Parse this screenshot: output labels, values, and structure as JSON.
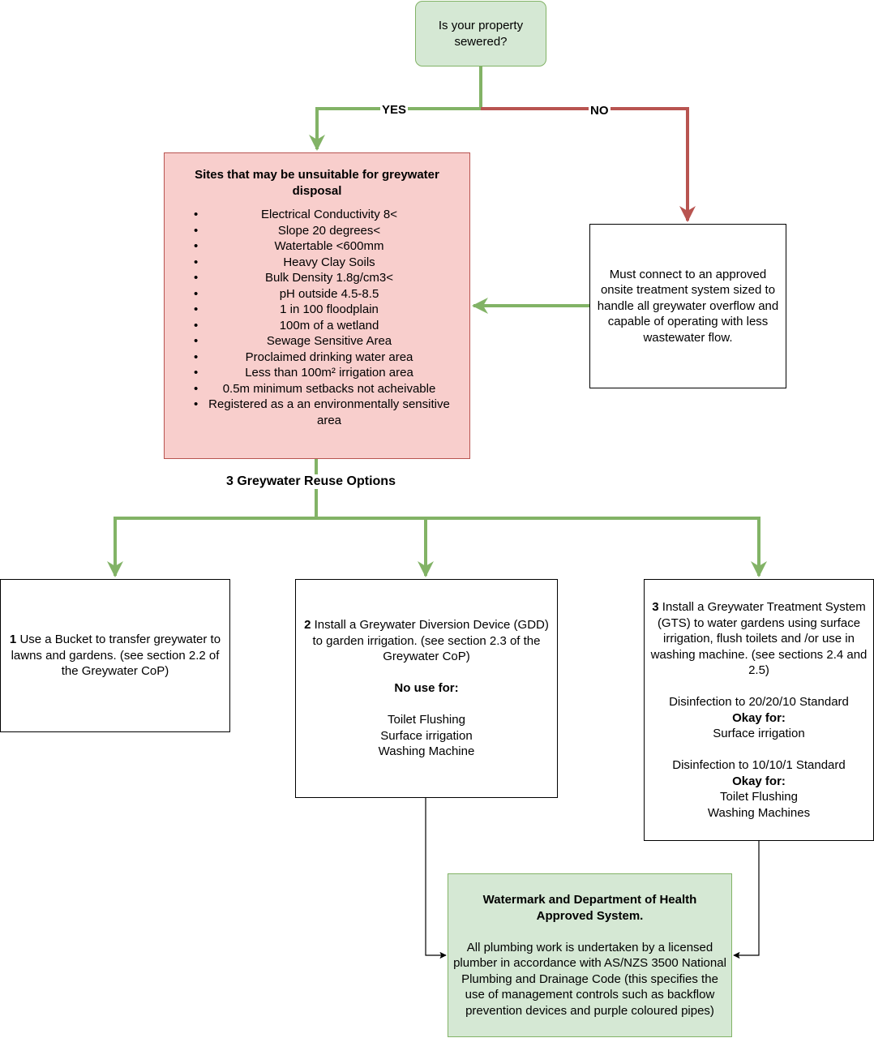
{
  "start": {
    "text": "Is your property sewered?"
  },
  "edges": {
    "yes": "YES",
    "no": "NO"
  },
  "unsuitable": {
    "title": "Sites that may be unsuitable for greywater disposal",
    "items": [
      "Electrical Conductivity 8<",
      "Slope 20 degrees<",
      "Watertable <600mm",
      "Heavy Clay Soils",
      "Bulk Density 1.8g/cm3<",
      "pH outside 4.5-8.5",
      "1 in 100 floodplain",
      "100m of a wetland",
      "Sewage Sensitive Area",
      "Proclaimed drinking water area",
      "Less than 100m² irrigation area",
      "0.5m minimum setbacks not acheivable",
      "Registered as a an environmentally sensitive area"
    ]
  },
  "onsite": {
    "text": "Must connect to an approved onsite treatment system sized to handle all greywater overflow and capable of operating with less wastewater flow."
  },
  "options_label": "3 Greywater Reuse Options",
  "option1": {
    "num": "1",
    "text": "Use a Bucket to transfer greywater to lawns and gardens. (see section 2.2 of the Greywater CoP)"
  },
  "option2": {
    "num": "2",
    "text": "Install a Greywater Diversion Device (GDD) to garden irrigation. (see section 2.3 of the Greywater CoP)",
    "no_use_title": "No use for:",
    "no_use_items": [
      "Toilet Flushing",
      "Surface irrigation",
      "Washing Machine"
    ]
  },
  "option3": {
    "num": "3",
    "text": "Install a Greywater Treatment System (GTS) to water gardens using surface irrigation, flush toilets and /or use in washing machine. (see sections 2.4 and 2.5)",
    "std1": "Disinfection to 20/20/10 Standard",
    "okay1": "Okay for:",
    "items1": [
      "Surface irrigation"
    ],
    "std2": "Disinfection to 10/10/1 Standard",
    "okay2": "Okay for:",
    "items2": [
      "Toilet Flushing",
      "Washing Machines"
    ]
  },
  "approved": {
    "title": "Watermark and Department of Health Approved System.",
    "text": "All plumbing work is undertaken by a licensed plumber in accordance with AS/NZS 3500 National Plumbing and Drainage Code (this specifies the use of management controls such as backflow prevention devices and purple coloured pipes)"
  },
  "colors": {
    "green_fill": "#d5e8d4",
    "green_stroke": "#82b366",
    "red_fill": "#f8cecc",
    "red_stroke": "#b85450"
  }
}
